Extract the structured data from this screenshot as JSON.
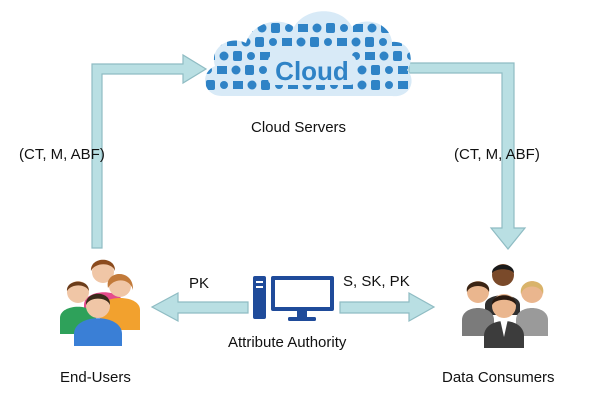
{
  "cloud": {
    "word": "Cloud",
    "caption": "Cloud Servers"
  },
  "edges": {
    "upload_label": "(CT, M, ABF)",
    "download_label": "(CT, M, ABF)",
    "pk_label": "PK",
    "keys_label": "S, SK, PK"
  },
  "nodes": {
    "end_users": "End-Users",
    "authority": "Attribute Authority",
    "consumers": "Data Consumers"
  },
  "colors": {
    "arrow_fill": "#b9dfe3",
    "arrow_stroke": "#8fbcc3",
    "cloud_blue": "#2f83c6",
    "computer_blue": "#1f4b9a"
  }
}
